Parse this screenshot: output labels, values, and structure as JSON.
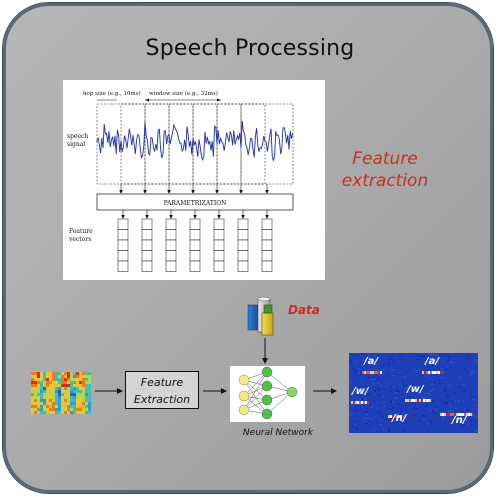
{
  "title": "Speech Processing",
  "figure": {
    "hop_label": "hop size (e.g., 10ms)",
    "window_label": "window size (e.g., 32ms)",
    "speech_label_1": "speech",
    "speech_label_2": "signal",
    "parametrization": "PARAMETRIZATION",
    "feature_label_1": "Feature",
    "feature_label_2": "vectors"
  },
  "feature_extraction_label_1": "Feature",
  "feature_extraction_label_2": "extraction",
  "data_label": "Data",
  "pipeline_box_line_1": "Feature",
  "pipeline_box_line_2": "Extraction",
  "neural_network_label": "Neural Network",
  "phonemes": [
    "/a/",
    "/a/",
    "/w/",
    "/w/",
    "/n/",
    "/n/"
  ],
  "colors": {
    "accent_red": "#c7311a",
    "panel_gray": "#aaaaaa",
    "output_blue": "#1d3fb8"
  },
  "icons": [
    "data-cylinders-icon",
    "spectrogram-icon",
    "neural-network-icon",
    "phoneme-output-icon"
  ]
}
